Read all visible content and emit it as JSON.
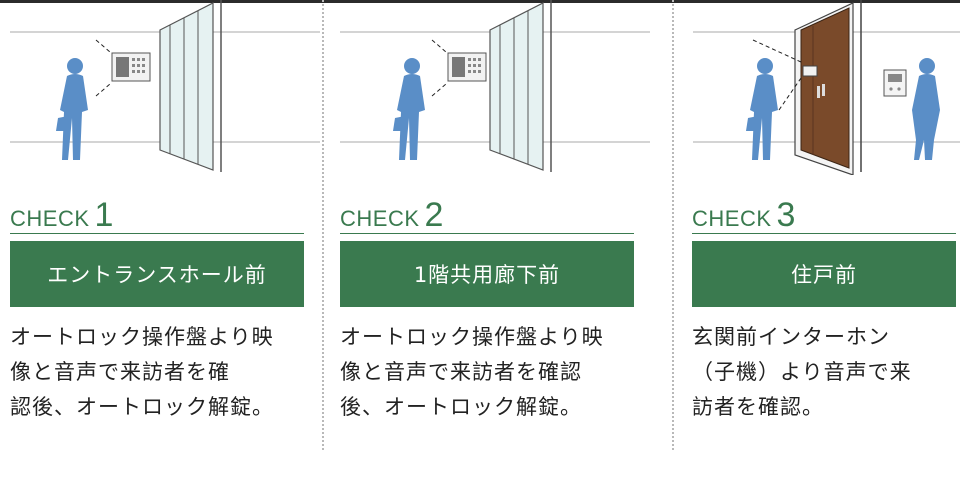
{
  "panels": [
    {
      "check_word": "CHECK",
      "check_num": "1",
      "location": "エントランスホール前",
      "desc_lines": [
        "オートロック操作盤より映",
        "像と音声で来訪者を確",
        "認後、オートロック解錠。"
      ]
    },
    {
      "check_word": "CHECK",
      "check_num": "2",
      "location": "1階共用廊下前",
      "desc_lines": [
        "オートロック操作盤より映",
        "像と音声で来訪者を確認",
        "後、オートロック解錠。"
      ]
    },
    {
      "check_word": "CHECK",
      "check_num": "3",
      "location": "住戸前",
      "desc_lines": [
        "玄関前インターホン",
        "（子機）より音声で来",
        "訪者を確認。"
      ]
    }
  ],
  "colors": {
    "accent_green": "#3a7a4f",
    "person_blue": "#5a8ec7",
    "door_brown": "#7a4a2a"
  }
}
